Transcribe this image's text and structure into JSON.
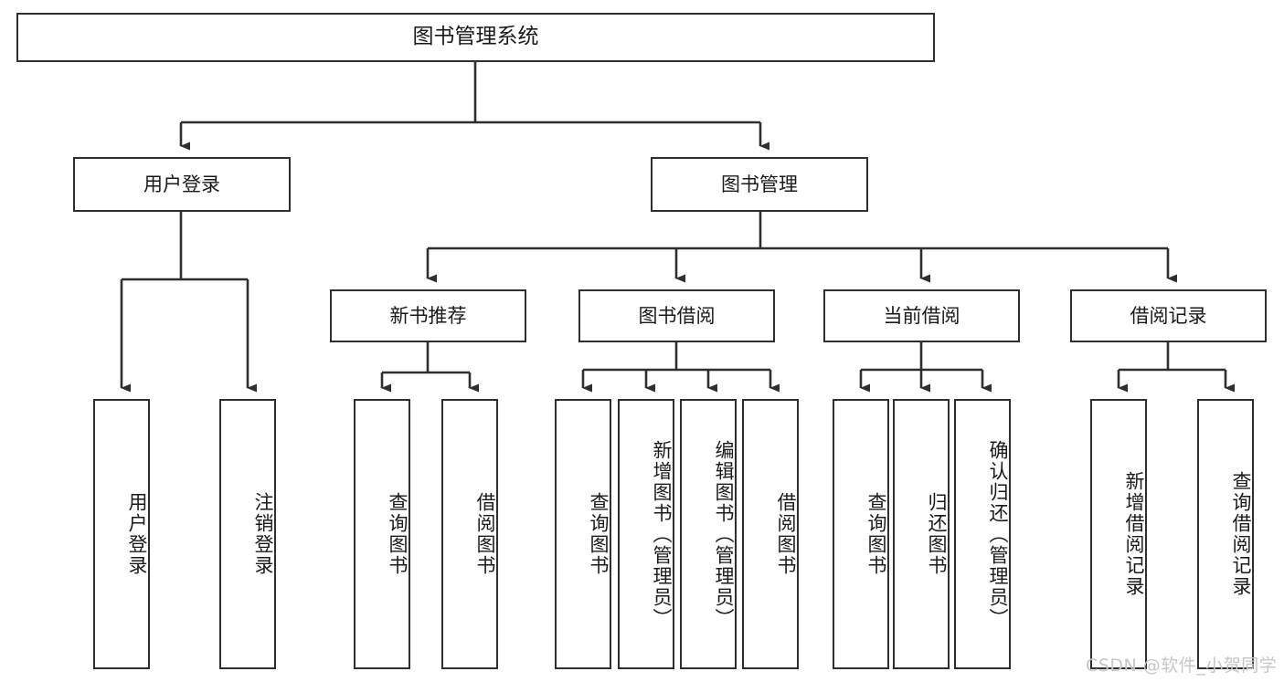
{
  "diagram": {
    "type": "tree-hierarchy",
    "title": "图书管理系统",
    "watermark": "CSDN @软件_小贺同学",
    "colors": {
      "box_border": "#2f2f2f",
      "box_fill": "#ffffff",
      "line": "#2f2f2f",
      "text": "#1a1a1a",
      "watermark": "#c7c7c7",
      "background": "#ffffff"
    },
    "root": {
      "label": "图书管理系统"
    },
    "level2": [
      {
        "label": "用户登录"
      },
      {
        "label": "图书管理"
      }
    ],
    "level3": [
      {
        "label": "新书推荐"
      },
      {
        "label": "图书借阅"
      },
      {
        "label": "当前借阅"
      },
      {
        "label": "借阅记录"
      }
    ],
    "leaves": {
      "user_login": [
        {
          "label": "用户登录"
        },
        {
          "label": "注销登录"
        }
      ],
      "new_book_recommend": [
        {
          "label": "查询图书"
        },
        {
          "label": "借阅图书"
        }
      ],
      "book_borrow": [
        {
          "label": "查询图书"
        },
        {
          "label": "新增图书（管理员）"
        },
        {
          "label": "编辑图书（管理员）"
        },
        {
          "label": "借阅图书"
        }
      ],
      "current_borrow": [
        {
          "label": "查询图书"
        },
        {
          "label": "归还图书"
        },
        {
          "label": "确认归还（管理员）"
        }
      ],
      "borrow_records": [
        {
          "label": "新增借阅记录"
        },
        {
          "label": "查询借阅记录"
        }
      ]
    }
  }
}
